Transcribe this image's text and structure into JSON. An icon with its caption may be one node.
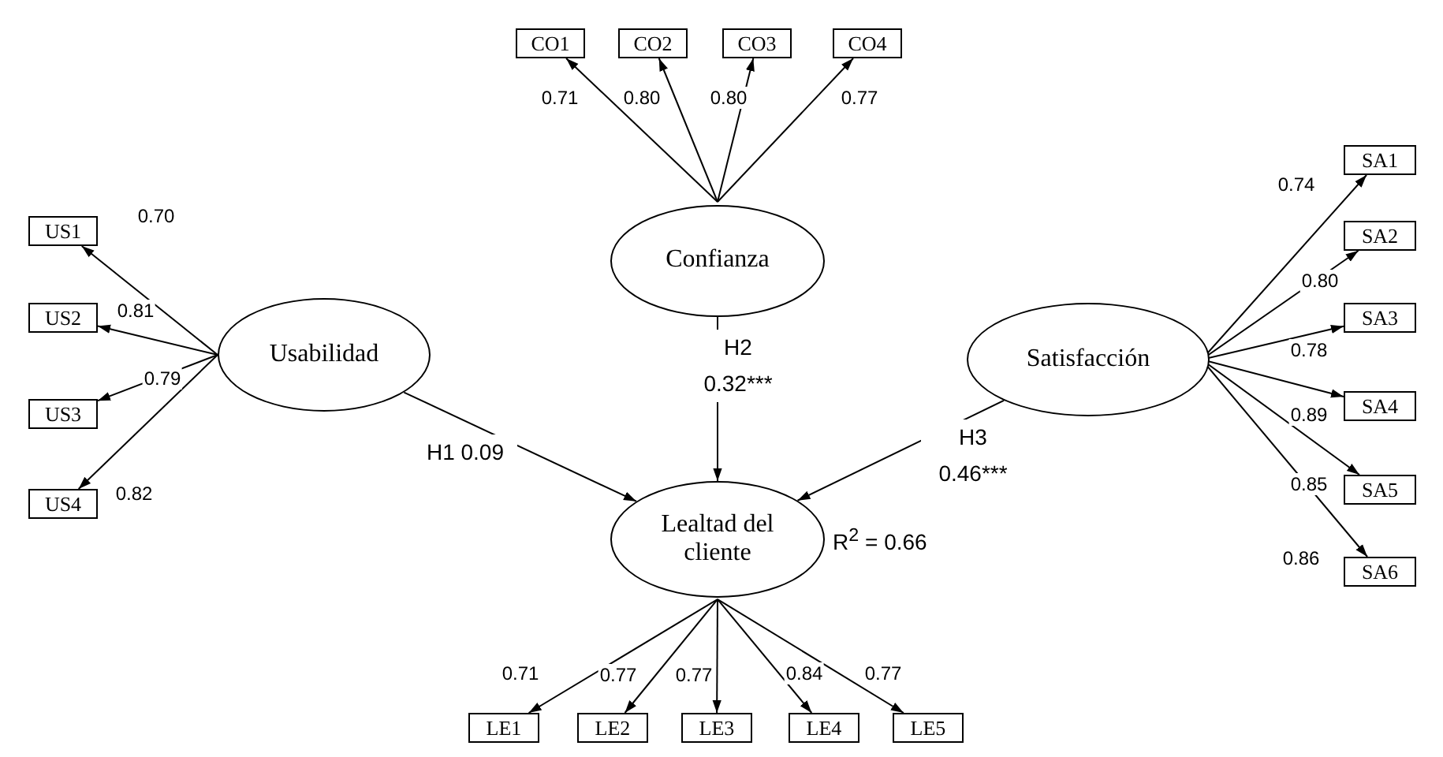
{
  "diagram": {
    "nodes": [
      {
        "text": [
          "CO1"
        ]
      },
      {
        "text": [
          "CO2"
        ]
      },
      {
        "text": [
          "CO3"
        ]
      },
      {
        "text": [
          "CO4"
        ]
      },
      {
        "text": [
          "Confianza"
        ]
      },
      {
        "text": [
          "US1"
        ]
      },
      {
        "text": [
          "US2"
        ]
      },
      {
        "text": [
          "US3"
        ]
      },
      {
        "text": [
          "US4"
        ]
      },
      {
        "text": [
          "Usabilidad"
        ]
      },
      {
        "text": [
          "Satisfacción"
        ]
      },
      {
        "text": [
          "SA1"
        ]
      },
      {
        "text": [
          "SA2"
        ]
      },
      {
        "text": [
          "SA3"
        ]
      },
      {
        "text": [
          "SA4"
        ]
      },
      {
        "text": [
          "SA5"
        ]
      },
      {
        "text": [
          "SA6"
        ]
      },
      {
        "text": [
          "Lealtad del cliente"
        ],
        "beside": [
          "R$^{2}$ = 0.66"
        ]
      },
      {
        "text": [
          "LE1"
        ]
      },
      {
        "text": [
          "LE2"
        ]
      },
      {
        "text": [
          "LE3"
        ]
      },
      {
        "text": [
          "LE4"
        ]
      },
      {
        "text": [
          "LE5"
        ]
      }
    ],
    "edges": [
      {
        "from": 4,
        "to": 0,
        "arrow": "to",
        "label": "0.71"
      },
      {
        "from": 4,
        "to": 1,
        "arrow": "to",
        "label": "0.80"
      },
      {
        "from": 4,
        "to": 2,
        "arrow": "to",
        "label": "0.80"
      },
      {
        "from": 4,
        "to": 3,
        "arrow": "to",
        "label": "0.77"
      },
      {
        "from": 9,
        "to": 5,
        "arrow": "to",
        "label": "0.70"
      },
      {
        "from": 9,
        "to": 6,
        "arrow": "to",
        "label": "0.81"
      },
      {
        "from": 9,
        "to": 7,
        "arrow": "to",
        "label": "0.79"
      },
      {
        "from": 9,
        "to": 8,
        "arrow": "to",
        "label": "0.82"
      },
      {
        "from": 10,
        "to": 11,
        "arrow": "to",
        "label": "0.74"
      },
      {
        "from": 10,
        "to": 12,
        "arrow": "to",
        "label": "0.80"
      },
      {
        "from": 10,
        "to": 13,
        "arrow": "to",
        "label": "0.78"
      },
      {
        "from": 10,
        "to": 14,
        "arrow": "to",
        "label": "0.89"
      },
      {
        "from": 10,
        "to": 15,
        "arrow": "to",
        "label": "0.85"
      },
      {
        "from": 10,
        "to": 16,
        "arrow": "to",
        "label": "0.86"
      },
      {
        "from": 17,
        "to": 18,
        "arrow": "to",
        "label": "0.71"
      },
      {
        "from": 17,
        "to": 19,
        "arrow": "to",
        "label": "0.77"
      },
      {
        "from": 17,
        "to": 20,
        "arrow": "to",
        "label": "0.77"
      },
      {
        "from": 17,
        "to": 21,
        "arrow": "to",
        "label": "0.84"
      },
      {
        "from": 17,
        "to": 22,
        "arrow": "to",
        "label": "0.77"
      },
      {
        "from": 9,
        "to": 17,
        "arrow": "to",
        "label": "H1 0.09"
      },
      {
        "from": 4,
        "to": 17,
        "arrow": "to",
        "label": "H2 0.32***"
      },
      {
        "from": 10,
        "to": 17,
        "arrow": "to",
        "label": "H3 0.46***"
      }
    ]
  }
}
